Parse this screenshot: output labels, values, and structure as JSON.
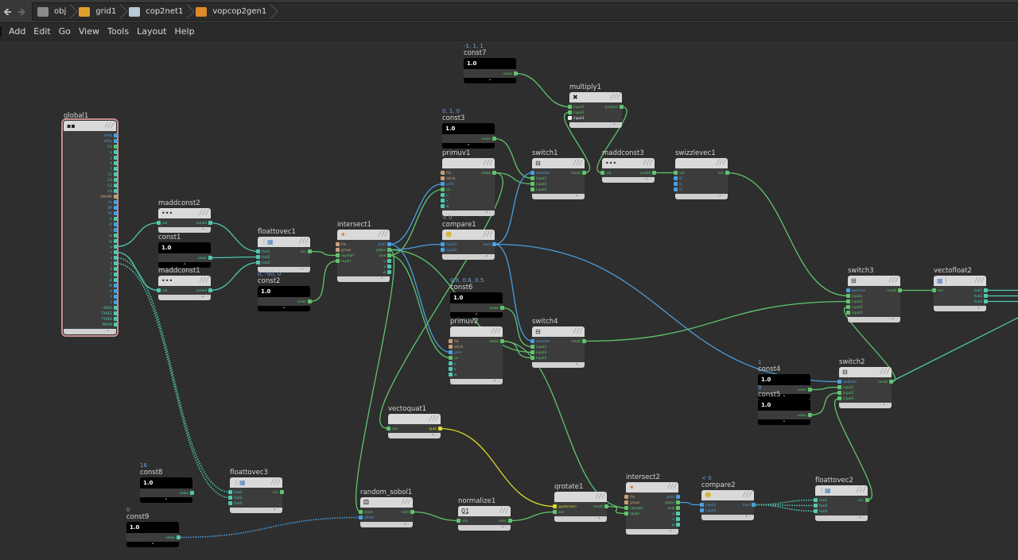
{
  "breadcrumb": [
    {
      "label": "obj",
      "icon": "obj-icon",
      "color": "#8a8a8a"
    },
    {
      "label": "grid1",
      "icon": "geo-icon",
      "color": "#e0a030"
    },
    {
      "label": "cop2net1",
      "icon": "cop-network-icon",
      "color": "#b8c8d8"
    },
    {
      "label": "vopcop2gen1",
      "icon": "vop-icon",
      "color": "#e08a2a"
    }
  ],
  "menu": [
    "Add",
    "Edit",
    "Go",
    "View",
    "Tools",
    "Layout",
    "Help"
  ],
  "colors": {
    "vector": "#5fc46c",
    "float": "#4fc9b0",
    "int": "#4a9fe0",
    "string": "#c9a07a",
    "quat": "#d9d92a",
    "other": "#7a7a7a"
  },
  "nodes": [
    {
      "id": "global1",
      "label": "global1",
      "kind": "global",
      "icon": "globals-icon",
      "in": [],
      "out": [
        [
          "dPdx",
          "i"
        ],
        [
          "dPdy",
          "i"
        ],
        [
          "Cd",
          "v"
        ],
        [
          "x",
          "f"
        ],
        [
          "y",
          "f"
        ],
        [
          "X",
          "f"
        ],
        [
          "Y",
          "f"
        ],
        [
          "C1",
          "f"
        ],
        [
          "C2",
          "f"
        ],
        [
          "C3",
          "f"
        ],
        [
          "C4",
          "f"
        ],
        [
          "PNAME",
          "s"
        ],
        [
          "PL",
          "i"
        ],
        [
          "BP",
          "i"
        ],
        [
          "PS",
          "i"
        ],
        [
          "A",
          "f"
        ],
        [
          "Af",
          "i"
        ],
        [
          "I",
          "i"
        ],
        [
          "Ix",
          "f"
        ],
        [
          "Iy",
          "f"
        ],
        [
          "u",
          "f"
        ],
        [
          "v",
          "f"
        ],
        [
          "s",
          "f"
        ],
        [
          "t",
          "f"
        ],
        [
          "S",
          "f"
        ],
        [
          "T",
          "f"
        ],
        [
          "Z",
          "f"
        ],
        [
          "W",
          "i"
        ],
        [
          "H",
          "i"
        ],
        [
          "P",
          "i"
        ],
        [
          "F",
          "i"
        ],
        [
          "XRES",
          "f"
        ],
        [
          "TXRES",
          "f"
        ],
        [
          "TYRES",
          "f"
        ],
        [
          "PNUM",
          "f"
        ]
      ]
    },
    {
      "id": "maddconst2",
      "label": "maddconst2",
      "kind": "std",
      "icon": "madd-icon",
      "in": [
        [
          "val",
          "f"
        ]
      ],
      "out": [
        [
          "scaled",
          "f"
        ]
      ]
    },
    {
      "id": "const1",
      "label": "const1",
      "kind": "const",
      "const": "1.0",
      "in": [],
      "out": [
        [
          "value",
          "f"
        ]
      ]
    },
    {
      "id": "maddconst1",
      "label": "maddconst1",
      "kind": "std",
      "icon": "madd-icon",
      "in": [
        [
          "val",
          "f"
        ]
      ],
      "out": [
        [
          "scaled",
          "f"
        ]
      ]
    },
    {
      "id": "floattovec1",
      "label": "floattovec1",
      "kind": "std",
      "icon": "floattovec-icon",
      "in": [
        [
          "fval1",
          "f"
        ],
        [
          "fval2",
          "f"
        ],
        [
          "fval3",
          "f"
        ]
      ],
      "out": [
        [
          "vec",
          "v"
        ]
      ]
    },
    {
      "id": "const2",
      "label": "const2",
      "value": "0, -50, 0",
      "kind": "const",
      "const": "1.0",
      "in": [],
      "out": [
        [
          "value",
          "v"
        ]
      ]
    },
    {
      "id": "intersect1",
      "label": "intersect1",
      "kind": "std",
      "icon": "intersect-icon",
      "in": [
        [
          "file",
          "s"
        ],
        [
          "group",
          "s"
        ],
        [
          "raystart",
          "v"
        ],
        [
          "raydir",
          "v"
        ]
      ],
      "out": [
        [
          "prim",
          "i"
        ],
        [
          "ptpos",
          "v"
        ],
        [
          "uvw",
          "v"
        ],
        [
          "u",
          "f"
        ],
        [
          "v",
          "f"
        ],
        [
          "w",
          "f"
        ]
      ]
    },
    {
      "id": "const7",
      "label": "const7",
      "value": "-1, 1, 1",
      "kind": "const",
      "const": "1.0",
      "in": [],
      "out": [
        [
          "value",
          "v"
        ]
      ]
    },
    {
      "id": "multiply1",
      "label": "multiply1",
      "kind": "std",
      "icon": "multiply-icon",
      "in": [
        [
          "input1",
          "v"
        ],
        [
          "input2",
          "v"
        ],
        [
          "input3",
          "o"
        ]
      ],
      "out": [
        [
          "product",
          "v"
        ]
      ]
    },
    {
      "id": "const3",
      "label": "const3",
      "value": "0, 1, 0",
      "kind": "const",
      "const": "1.0",
      "in": [],
      "out": [
        [
          "value",
          "v"
        ]
      ]
    },
    {
      "id": "primuv1",
      "label": "primuv1",
      "kind": "std",
      "icon": "",
      "in": [
        [
          "file",
          "s"
        ],
        [
          "attrib",
          "s"
        ],
        [
          "prim",
          "i"
        ],
        [
          "uv",
          "v"
        ],
        [
          "u",
          "f"
        ],
        [
          "v",
          "f"
        ],
        [
          "w",
          "f"
        ]
      ],
      "out": [
        [
          "adata",
          "v"
        ]
      ]
    },
    {
      "id": "switch1",
      "label": "switch1",
      "kind": "std",
      "icon": "switch-icon",
      "in": [
        [
          "switcher",
          "i"
        ],
        [
          "input1",
          "v"
        ],
        [
          "input2",
          "v"
        ],
        [
          "input3",
          "v"
        ]
      ],
      "out": [
        [
          "result",
          "v"
        ]
      ]
    },
    {
      "id": "maddconst3",
      "label": "maddconst3",
      "kind": "std",
      "icon": "madd-icon",
      "in": [
        [
          "val",
          "v"
        ]
      ],
      "out": [
        [
          "scaled",
          "v"
        ]
      ]
    },
    {
      "id": "swizzlevec1",
      "label": "swizzlevec1",
      "kind": "std",
      "icon": "",
      "in": [
        [
          "vec",
          "v"
        ],
        [
          "i0",
          "i"
        ],
        [
          "i1",
          "i"
        ],
        [
          "i2",
          "i"
        ]
      ],
      "out": [
        [
          "vec",
          "v"
        ]
      ]
    },
    {
      "id": "compare1",
      "label": "compare1",
      "value": "< 0",
      "kind": "std",
      "icon": "compare-icon",
      "in": [
        [
          "input1",
          "i"
        ],
        [
          "input2",
          "i"
        ]
      ],
      "out": [
        [
          "bool",
          "i"
        ]
      ]
    },
    {
      "id": "const6",
      "label": "const6",
      "value": "0.8, 0.6, 0.5",
      "kind": "const",
      "const": "1.0",
      "in": [],
      "out": [
        [
          "value",
          "v"
        ]
      ]
    },
    {
      "id": "primuv2",
      "label": "primuv2",
      "kind": "std",
      "icon": "",
      "in": [
        [
          "file",
          "s"
        ],
        [
          "attrib",
          "s"
        ],
        [
          "prim",
          "i"
        ],
        [
          "uv",
          "v"
        ],
        [
          "u",
          "f"
        ],
        [
          "v",
          "f"
        ],
        [
          "w",
          "f"
        ]
      ],
      "out": [
        [
          "adata",
          "v"
        ]
      ]
    },
    {
      "id": "switch4",
      "label": "switch4",
      "kind": "std",
      "icon": "switch-icon",
      "in": [
        [
          "switcher",
          "i"
        ],
        [
          "input1",
          "v"
        ],
        [
          "input2",
          "v"
        ],
        [
          "input3",
          "v"
        ]
      ],
      "out": [
        [
          "result",
          "v"
        ]
      ]
    },
    {
      "id": "switch3",
      "label": "switch3",
      "kind": "std",
      "icon": "switch-icon",
      "in": [
        [
          "switcher",
          "i"
        ],
        [
          "input1",
          "v"
        ],
        [
          "input2",
          "v"
        ],
        [
          "input3",
          "v"
        ],
        [
          "input4",
          "v"
        ]
      ],
      "out": [
        [
          "result",
          "v"
        ]
      ]
    },
    {
      "id": "vectofloat2",
      "label": "vectofloat2",
      "kind": "std",
      "icon": "vectofloat-icon",
      "in": [
        [
          "vec",
          "v"
        ]
      ],
      "out": [
        [
          "fval1",
          "f"
        ],
        [
          "fval2",
          "f"
        ],
        [
          "fval3",
          "f"
        ]
      ]
    },
    {
      "id": "const4",
      "label": "const4",
      "value": "1",
      "kind": "const",
      "const": "1.0",
      "in": [],
      "out": [
        [
          "value",
          "v"
        ]
      ]
    },
    {
      "id": "const5",
      "label": "const5",
      "value": "0",
      "kind": "const",
      "const": "1.0",
      "in": [],
      "out": [
        [
          "value",
          "v"
        ]
      ]
    },
    {
      "id": "switch2",
      "label": "switch2",
      "kind": "std",
      "icon": "switch-icon",
      "in": [
        [
          "switcher",
          "i"
        ],
        [
          "input1",
          "v"
        ],
        [
          "input2",
          "v"
        ],
        [
          "input3",
          "v"
        ]
      ],
      "out": [
        [
          "result",
          "v"
        ]
      ]
    },
    {
      "id": "vectoquat1",
      "label": "vectoquat1",
      "kind": "std",
      "icon": "",
      "in": [
        [
          "vec",
          "v"
        ]
      ],
      "out": [
        [
          "quat",
          "q"
        ]
      ]
    },
    {
      "id": "const8",
      "label": "const8",
      "value": "16",
      "kind": "const",
      "const": "1.0",
      "in": [],
      "out": [
        [
          "value",
          "f"
        ]
      ]
    },
    {
      "id": "floattovec3",
      "label": "floattovec3",
      "kind": "std",
      "icon": "floattovec-icon",
      "in": [
        [
          "fval1",
          "f"
        ],
        [
          "fval2",
          "f"
        ],
        [
          "fval3",
          "f"
        ]
      ],
      "out": [
        [
          "vec",
          "v"
        ]
      ]
    },
    {
      "id": "const9",
      "label": "const9",
      "value": "0",
      "kind": "const",
      "const": "1.0",
      "in": [],
      "out": [
        [
          "value",
          "f"
        ]
      ]
    },
    {
      "id": "random_sobol1",
      "label": "random_sobol1",
      "kind": "std",
      "icon": "random-icon",
      "in": [
        [
          "seed",
          "v"
        ],
        [
          "offset",
          "i"
        ]
      ],
      "out": [
        [
          "rand",
          "v"
        ]
      ]
    },
    {
      "id": "normalize1",
      "label": "normalize1",
      "kind": "std",
      "icon": "normalize-icon",
      "in": [
        [
          "vec",
          "v"
        ]
      ],
      "out": [
        [
          "nvec",
          "v"
        ]
      ]
    },
    {
      "id": "qrotate1",
      "label": "qrotate1",
      "kind": "std",
      "icon": "",
      "in": [
        [
          "quaternion",
          "q"
        ],
        [
          "vec",
          "v"
        ]
      ],
      "out": [
        [
          "result",
          "v"
        ]
      ]
    },
    {
      "id": "intersect2",
      "label": "intersect2",
      "kind": "std",
      "icon": "intersect-icon",
      "in": [
        [
          "file",
          "s"
        ],
        [
          "group",
          "s"
        ],
        [
          "raystart",
          "v"
        ],
        [
          "raydir",
          "v"
        ]
      ],
      "out": [
        [
          "prim",
          "i"
        ],
        [
          "ptpos",
          "v"
        ],
        [
          "uvw",
          "v"
        ],
        [
          "u",
          "f"
        ],
        [
          "v",
          "f"
        ],
        [
          "w",
          "f"
        ]
      ]
    },
    {
      "id": "compare2",
      "label": "compare2",
      "value": "< 0",
      "kind": "std",
      "icon": "compare-icon",
      "in": [
        [
          "input1",
          "i"
        ],
        [
          "input2",
          "i"
        ]
      ],
      "out": [
        [
          "bool",
          "i"
        ]
      ]
    },
    {
      "id": "floattovec2",
      "label": "floattovec2",
      "kind": "std",
      "icon": "floattovec-icon",
      "in": [
        [
          "fval1",
          "f"
        ],
        [
          "fval2",
          "f"
        ],
        [
          "fval3",
          "f"
        ]
      ],
      "out": [
        [
          "vec",
          "v"
        ]
      ]
    }
  ],
  "wires": [
    [
      "global1",
      20,
      "maddconst2",
      0,
      "float",
      false
    ],
    [
      "global1",
      21,
      "maddconst1",
      0,
      "float",
      false
    ],
    [
      "global1",
      22,
      "floattovec3",
      0,
      "float",
      true
    ],
    [
      "global1",
      23,
      "floattovec3",
      1,
      "float",
      true
    ],
    [
      "maddconst2",
      0,
      "floattovec1",
      0,
      "float",
      false
    ],
    [
      "const1",
      0,
      "floattovec1",
      1,
      "float",
      false
    ],
    [
      "maddconst1",
      0,
      "floattovec1",
      2,
      "float",
      false
    ],
    [
      "floattovec1",
      0,
      "intersect1",
      2,
      "vector",
      false
    ],
    [
      "const2",
      0,
      "intersect1",
      3,
      "vector",
      false
    ],
    [
      "intersect1",
      0,
      "primuv1",
      2,
      "int",
      false
    ],
    [
      "intersect1",
      2,
      "primuv1",
      3,
      "vector",
      false
    ],
    [
      "intersect1",
      1,
      "compare1",
      0,
      "int",
      false
    ],
    [
      "intersect1",
      0,
      "primuv2",
      2,
      "int",
      false
    ],
    [
      "intersect1",
      2,
      "primuv2",
      3,
      "vector",
      false
    ],
    [
      "intersect1",
      1,
      "switch4",
      2,
      "vector",
      false
    ],
    [
      "intersect1",
      1,
      "random_sobol1",
      0,
      "vector",
      false
    ],
    [
      "const3",
      0,
      "switch1",
      1,
      "vector",
      false
    ],
    [
      "primuv1",
      0,
      "switch1",
      2,
      "vector",
      false
    ],
    [
      "primuv1",
      0,
      "vectoquat1",
      0,
      "vector",
      false
    ],
    [
      "compare1",
      0,
      "switch1",
      0,
      "int",
      false
    ],
    [
      "compare1",
      0,
      "switch4",
      0,
      "int",
      false
    ],
    [
      "compare1",
      0,
      "switch2",
      0,
      "int",
      false
    ],
    [
      "const7",
      0,
      "multiply1",
      0,
      "vector",
      false
    ],
    [
      "switch1",
      0,
      "multiply1",
      1,
      "vector",
      false
    ],
    [
      "multiply1",
      0,
      "maddconst3",
      0,
      "vector",
      false
    ],
    [
      "maddconst3",
      0,
      "swizzlevec1",
      0,
      "vector",
      false
    ],
    [
      "swizzlevec1",
      0,
      "switch3",
      1,
      "vector",
      false
    ],
    [
      "const6",
      0,
      "switch4",
      1,
      "vector",
      false
    ],
    [
      "primuv2",
      0,
      "switch4",
      3,
      "vector",
      false
    ],
    [
      "switch4",
      0,
      "switch3",
      2,
      "vector",
      false
    ],
    [
      "switch2",
      0,
      "switch3",
      3,
      "vector",
      false
    ],
    [
      "switch3",
      0,
      "vectofloat2",
      0,
      "vector",
      false
    ],
    [
      "const4",
      0,
      "switch2",
      1,
      "vector",
      false
    ],
    [
      "const5",
      0,
      "switch2",
      2,
      "vector",
      false
    ],
    [
      "floattovec2",
      0,
      "switch2",
      3,
      "vector",
      false
    ],
    [
      "vectoquat1",
      0,
      "qrotate1",
      0,
      "quat",
      false
    ],
    [
      "random_sobol1",
      0,
      "normalize1",
      0,
      "vector",
      false
    ],
    [
      "normalize1",
      0,
      "qrotate1",
      1,
      "vector",
      false
    ],
    [
      "const9",
      0,
      "random_sobol1",
      1,
      "int",
      true
    ],
    [
      "qrotate1",
      0,
      "intersect2",
      3,
      "vector",
      false
    ],
    [
      "primuv2",
      0,
      "intersect2",
      2,
      "vector",
      false
    ],
    [
      "intersect2",
      1,
      "compare2",
      0,
      "int",
      false
    ],
    [
      "compare2",
      0,
      "floattovec2",
      0,
      "float",
      true
    ],
    [
      "compare2",
      0,
      "floattovec2",
      1,
      "float",
      true
    ],
    [
      "compare2",
      0,
      "floattovec2",
      2,
      "float",
      true
    ]
  ]
}
